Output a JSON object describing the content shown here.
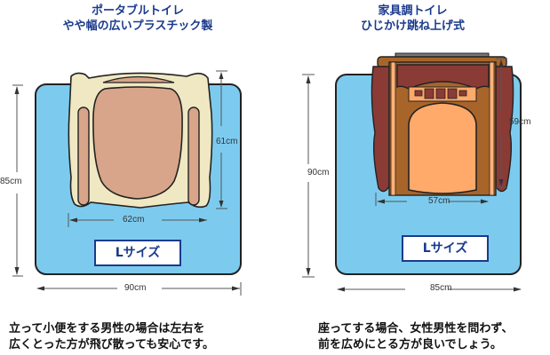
{
  "left_panel": {
    "title_line1": "ポータブルトイレ",
    "title_line2": "やや幅の広いプラスチック製",
    "mat_size_label": "Lサイズ",
    "dimensions": {
      "mat_height": "85cm",
      "mat_width": "90cm",
      "toilet_depth": "61cm",
      "toilet_width": "62cm"
    },
    "caption_line1": "立って小便をする男性の場合は左右を",
    "caption_line2": "広くとった方が飛び散っても安心です。"
  },
  "right_panel": {
    "title_line1": "家具調トイレ",
    "title_line2": "ひじかけ跳ね上げ式",
    "mat_size_label": "Lサイズ",
    "dimensions": {
      "mat_height": "90cm",
      "mat_width": "85cm",
      "toilet_depth": "59cm",
      "toilet_width": "57cm"
    },
    "caption_line1": "座ってする場合、女性男性を問わず、",
    "caption_line2": "前を広めにとる方が良いでしょう。"
  },
  "colors": {
    "title_blue": "#1a3a8c",
    "mat_blue": "#7ccbef",
    "plastic_cream": "#efe8c2",
    "plastic_seat": "#d8a58a",
    "wood_brown": "#a8652a",
    "armrest_maroon": "#8a3b36",
    "seat_orange": "#ffa96a"
  }
}
